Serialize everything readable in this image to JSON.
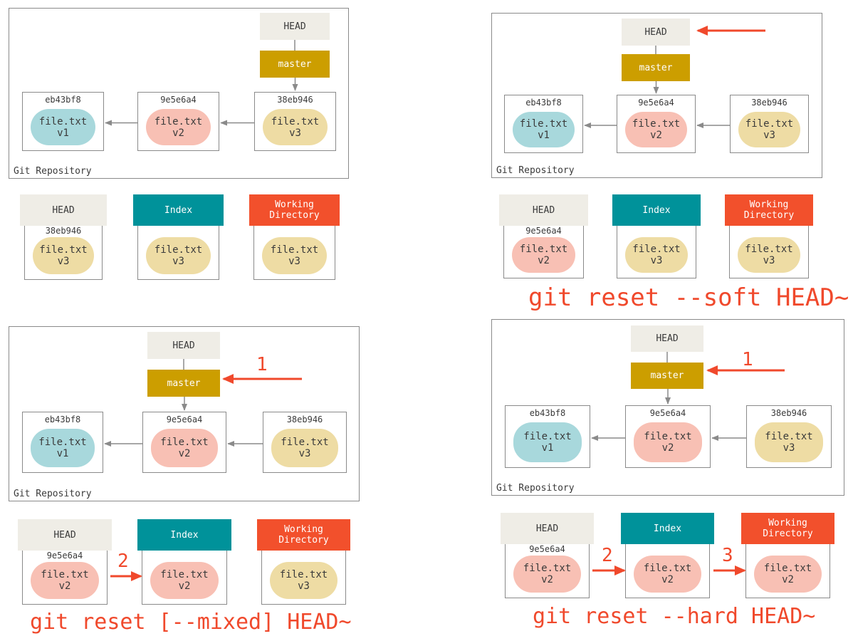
{
  "colors": {
    "blob_v1": "#a8d8dc",
    "blob_v2": "#f8c0b4",
    "blob_v3": "#eedca4",
    "head_tag": "#efede6",
    "master_tag": "#cc9e00",
    "index_tag": "#00929a",
    "working_dir_tag": "#f2502c",
    "command_text": "#f0492c",
    "connector": "#8a8a8a"
  },
  "labels": {
    "repo": "Git Repository",
    "head": "HEAD",
    "master": "master",
    "index": "Index",
    "working_dir_line1": "Working",
    "working_dir_line2": "Directory"
  },
  "commits": {
    "c1": {
      "sha": "eb43bf8",
      "file": "file.txt",
      "version": "v1"
    },
    "c2": {
      "sha": "9e5e6a4",
      "file": "file.txt",
      "version": "v2"
    },
    "c3": {
      "sha": "38eb946",
      "file": "file.txt",
      "version": "v3"
    }
  },
  "panels": [
    {
      "id": "initial",
      "command": "",
      "head_sha": "38eb946",
      "head_version": "v3",
      "index_version": "v3",
      "working_version": "v3",
      "steps": []
    },
    {
      "id": "soft",
      "command": "git reset --soft HEAD~",
      "head_sha": "9e5e6a4",
      "head_version": "v2",
      "index_version": "v3",
      "working_version": "v3",
      "steps": []
    },
    {
      "id": "mixed",
      "command": "git reset [--mixed] HEAD~",
      "head_sha": "9e5e6a4",
      "head_version": "v2",
      "index_version": "v2",
      "working_version": "v3",
      "steps": [
        "1",
        "2"
      ]
    },
    {
      "id": "hard",
      "command": "git reset --hard HEAD~",
      "head_sha": "9e5e6a4",
      "head_version": "v2",
      "index_version": "v2",
      "working_version": "v2",
      "steps": [
        "1",
        "2",
        "3"
      ]
    }
  ]
}
